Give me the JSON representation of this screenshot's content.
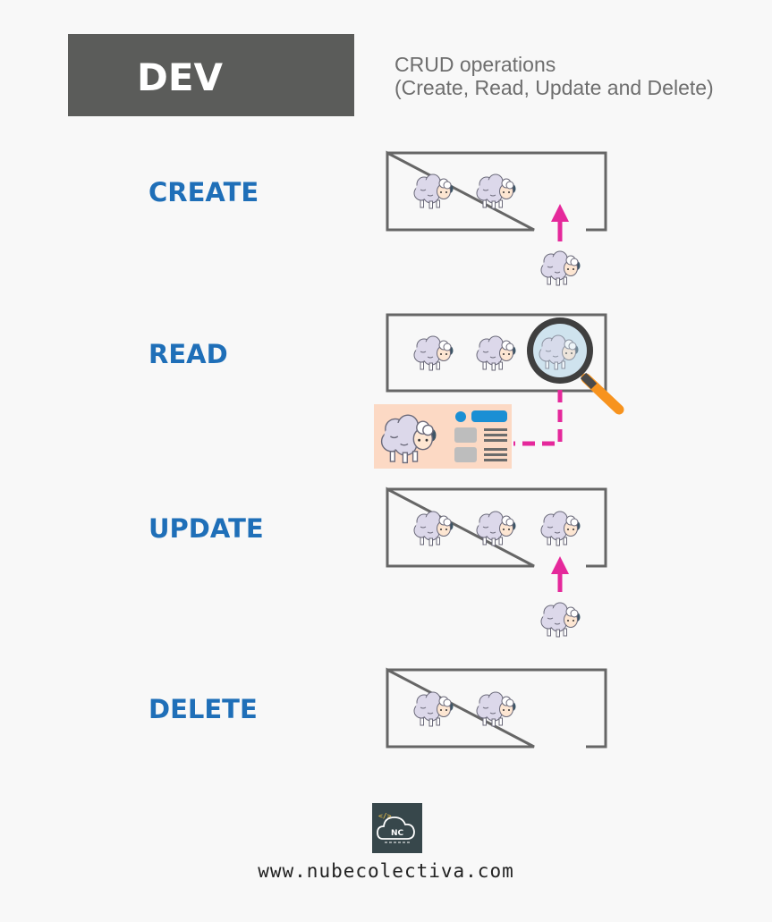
{
  "header": {
    "title": "DEV",
    "subtitle_line1": "CRUD operations",
    "subtitle_line2": "(Create, Read, Update and Delete)"
  },
  "operations": [
    {
      "label": "CREATE",
      "items_in_box": 2,
      "incoming": 1
    },
    {
      "label": "READ",
      "items_in_box": 2,
      "highlighted": 1
    },
    {
      "label": "UPDATE",
      "items_in_box": 3,
      "incoming": 1
    },
    {
      "label": "DELETE",
      "items_in_box": 2
    }
  ],
  "colors": {
    "header_bg": "#5b5c5a",
    "label": "#1f6fb8",
    "arrow": "#e5299b",
    "box_border": "#666666",
    "detail_card_bg": "#fcd9c4",
    "magnifier_handle": "#f7931e"
  },
  "footer": {
    "logo_text": "NC",
    "logo_code": "</>",
    "url": "www.nubecolectiva.com"
  }
}
